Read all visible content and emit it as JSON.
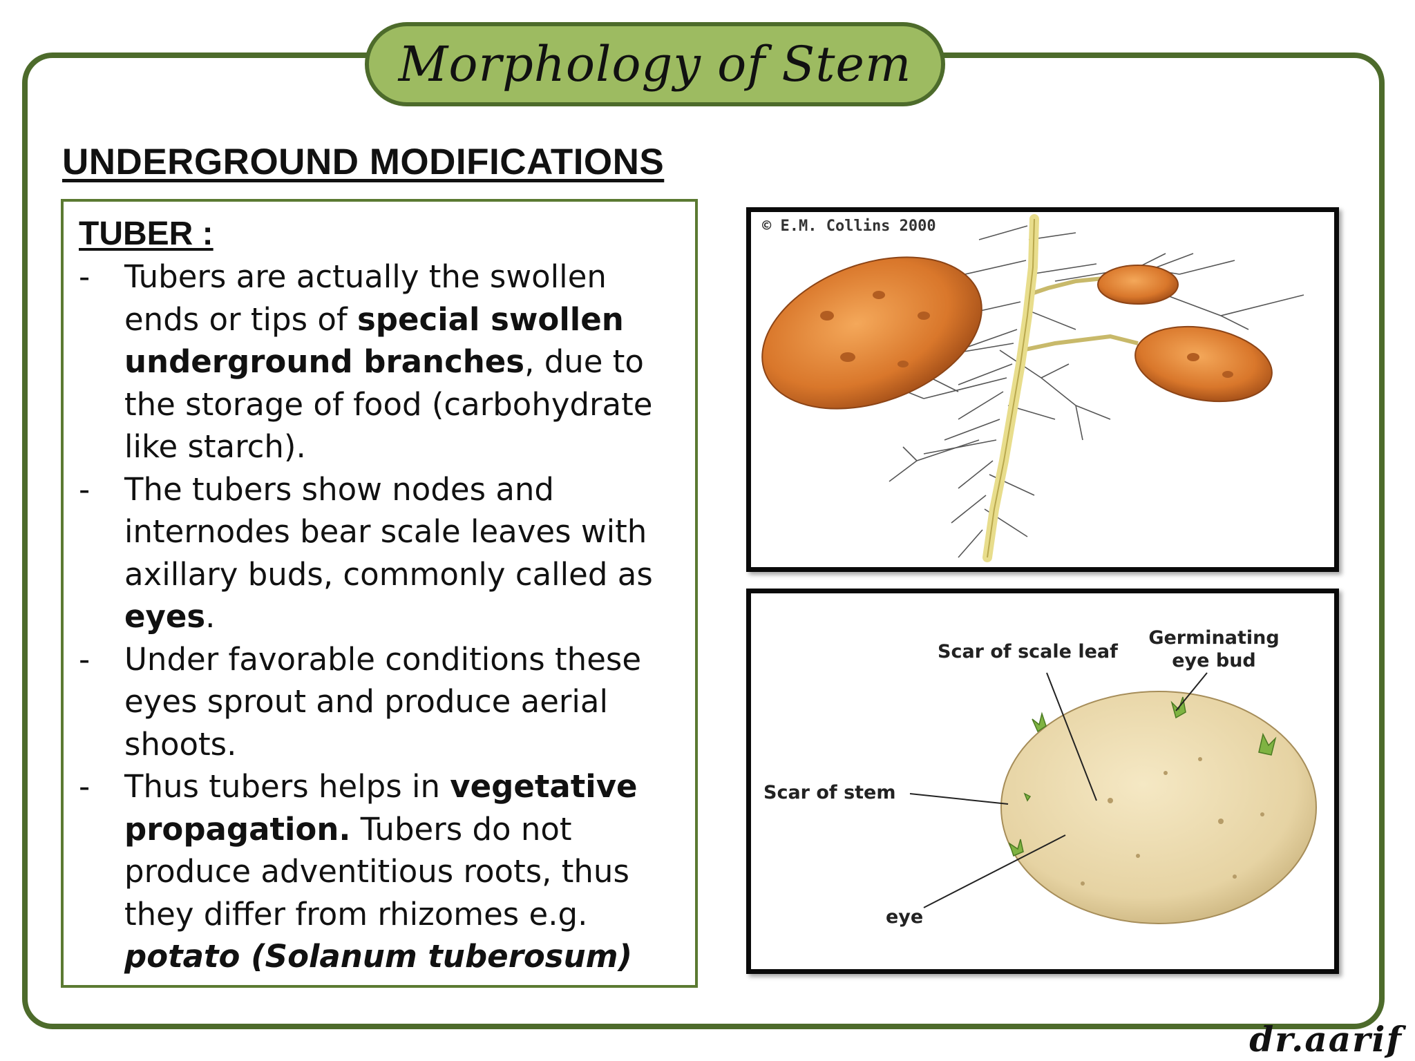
{
  "title": "Morphology of Stem",
  "heading": "UNDERGROUND MODIFICATIONS",
  "box_title": "TUBER :",
  "bullet_marker": "-",
  "bullets": [
    {
      "p1": "Tubers are actually the swollen ends or tips of ",
      "b1": "special swollen underground branches",
      "p2": ", due to the storage of food (carbohydrate like starch)."
    },
    {
      "p1": "The tubers show nodes and internodes bear scale leaves with axillary buds, commonly called as ",
      "b1": "eyes",
      "p2": "."
    },
    {
      "p1": "Under favorable conditions these eyes sprout and produce aerial shoots."
    },
    {
      "p1": " Thus tubers helps in ",
      "b1": "vegetative propagation.",
      "p2": " Tubers do not produce adventitious roots, thus they differ from rhizomes e.g. ",
      "bi": "potato (Solanum tuberosum)"
    }
  ],
  "figure1": {
    "credit": "© E.M. Collins 2000"
  },
  "figure2": {
    "labels": {
      "scar_of_scale_leaf": "Scar of scale leaf",
      "germinating_eye_bud": "Germinating eye bud",
      "scar_of_stem": "Scar of stem",
      "eye": "eye"
    }
  },
  "signature": "dr.aarif",
  "colors": {
    "frame_green": "#4d6b2b",
    "title_fill": "#9dbb61",
    "tuber_orange": "#d9772b",
    "tuber_beige": "#e6d3a3"
  }
}
